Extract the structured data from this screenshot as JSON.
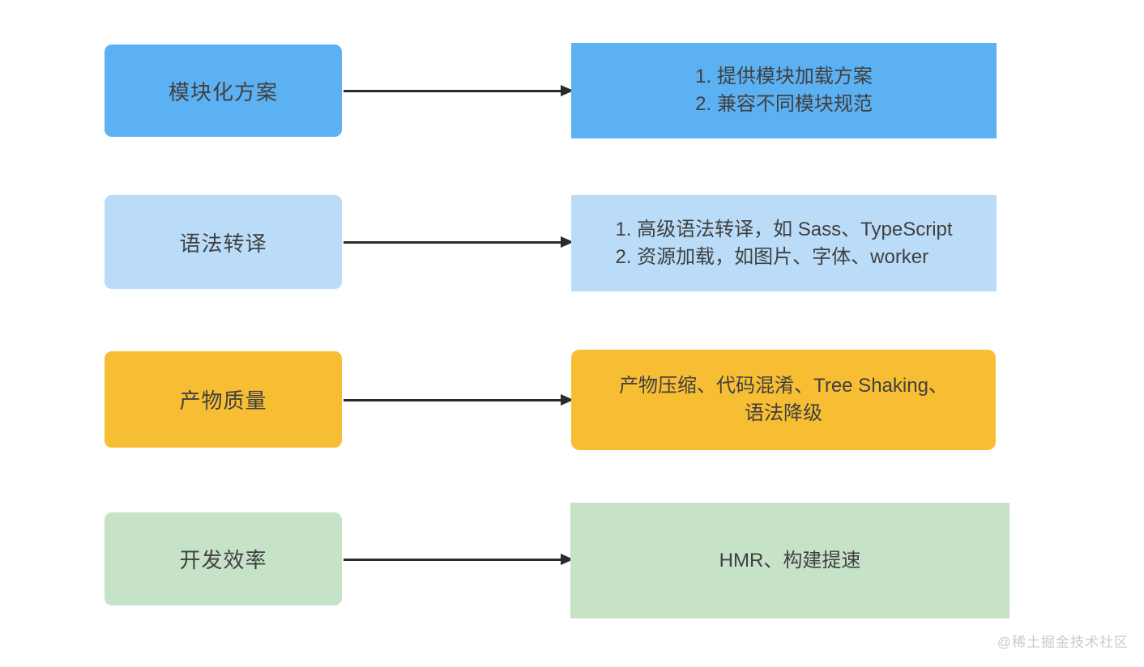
{
  "diagram": {
    "background": "#FFFFFF",
    "text_color": "#404040",
    "arrow_color": "#2B2B2B",
    "rows": [
      {
        "id": "modularization",
        "label": "模块化方案",
        "color": "#5CB1F2",
        "lines": [
          "1. 提供模块加载方案",
          "2. 兼容不同模块规范"
        ]
      },
      {
        "id": "syntax-transpile",
        "label": "语法转译",
        "color": "#BBDCF8",
        "lines": [
          "1. 高级语法转译，如 Sass、TypeScript",
          "2. 资源加载，如图片、字体、worker"
        ]
      },
      {
        "id": "bundle-quality",
        "label": "产物质量",
        "color": "#F8BE33",
        "lines": [
          "产物压缩、代码混淆、Tree Shaking、",
          "语法降级"
        ]
      },
      {
        "id": "dev-efficiency",
        "label": "开发效率",
        "color": "#C6E3C8",
        "lines": [
          "HMR、构建提速"
        ]
      }
    ]
  },
  "watermark": "@稀土掘金技术社区"
}
